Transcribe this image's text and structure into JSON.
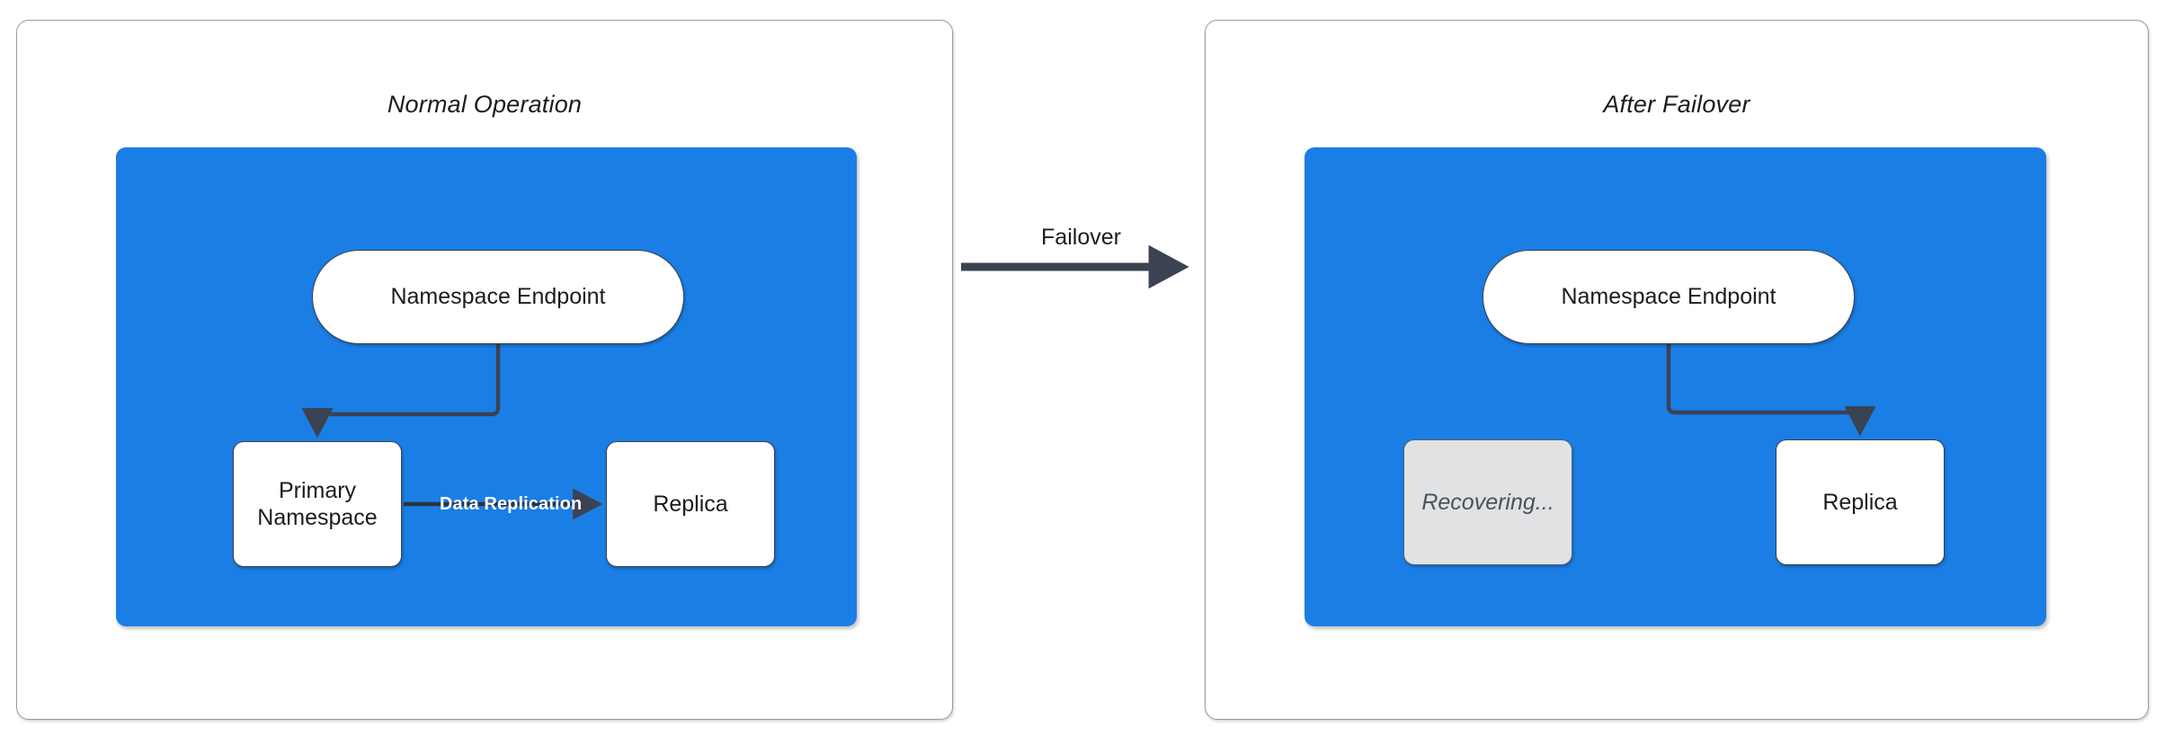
{
  "diagram": {
    "type": "failover-architecture",
    "panels": [
      {
        "id": "normal-operation",
        "title": "Normal Operation",
        "zone_color": "#1a7ee5",
        "nodes": [
          {
            "id": "endpoint",
            "label": "Namespace Endpoint",
            "shape": "pill",
            "fill": "#ffffff"
          },
          {
            "id": "primary",
            "label": "Primary\nNamespace",
            "line1": "Primary",
            "line2": "Namespace",
            "shape": "rect",
            "fill": "#ffffff"
          },
          {
            "id": "replica",
            "label": "Replica",
            "shape": "rect",
            "fill": "#ffffff"
          }
        ],
        "edges": [
          {
            "from": "endpoint",
            "to": "primary",
            "label": "",
            "style": "orthogonal-arrow"
          },
          {
            "from": "primary",
            "to": "replica",
            "label": "Data Replication",
            "label_color": "#ffffff",
            "style": "straight-arrow"
          }
        ]
      },
      {
        "id": "after-failover",
        "title": "After Failover",
        "zone_color": "#1a7ee5",
        "nodes": [
          {
            "id": "endpoint",
            "label": "Namespace Endpoint",
            "shape": "pill",
            "fill": "#ffffff"
          },
          {
            "id": "recovering",
            "label": "Recovering...",
            "shape": "rect",
            "fill": "#e0e2e4",
            "state": "disabled"
          },
          {
            "id": "replica",
            "label": "Replica",
            "shape": "rect",
            "fill": "#ffffff"
          }
        ],
        "edges": [
          {
            "from": "endpoint",
            "to": "replica",
            "label": "",
            "style": "orthogonal-arrow"
          }
        ]
      }
    ],
    "transition": {
      "label": "Failover",
      "direction": "left-to-right",
      "color": "#3b4252"
    },
    "colors": {
      "zone": "#1a7ee5",
      "node_stroke": "#3b4252",
      "node_fill": "#ffffff",
      "ghost_fill": "#e0e2e4",
      "text": "#1c1c1c",
      "edge_label_on_zone": "#ffffff",
      "panel_border": "#9a9a9a"
    }
  }
}
